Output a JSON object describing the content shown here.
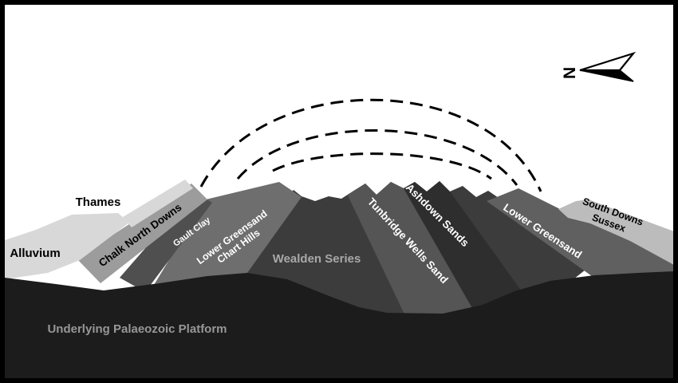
{
  "figure": {
    "compass": {
      "label": "N"
    },
    "labels": {
      "thames": "Thames",
      "alluvium": "Alluvium",
      "chalk_north_downs": "Chalk North Downs",
      "gault_clay": "Gault Clay",
      "chart_hills_line1": "Lower Greensand",
      "chart_hills_line2": "Chart Hills",
      "wealden_series": "Wealden Series",
      "tunbridge_wells_sand": "Tunbridge Wells Sand",
      "ashdown_sands": "Ashdown Sands",
      "lower_greensand_sussex": "Lower Greensand",
      "south_downs_line1": "South Downs",
      "south_downs_line2": "Sussex",
      "platform": "Underlying Palaeozoic Platform"
    },
    "colors": {
      "background": "#ffffff",
      "border": "#000000",
      "alluvium": "#d8d8d8",
      "chalk_north_downs": "#9c9c9c",
      "gault_clay": "#4f4f4f",
      "chart_hills": "#6e6e6e",
      "wealden_series": "#3c3c3c",
      "tunbridge_wells_sand": "#555555",
      "ashdown_sands": "#2e2e2e",
      "lower_greensand_sussex": "#606060",
      "south_downs": "#bcbcbc",
      "platform": "#1c1c1c",
      "wealden_label": "#a8a8a8",
      "platform_label": "#979797",
      "label_light": "#ffffff",
      "label_dark": "#000000"
    }
  }
}
